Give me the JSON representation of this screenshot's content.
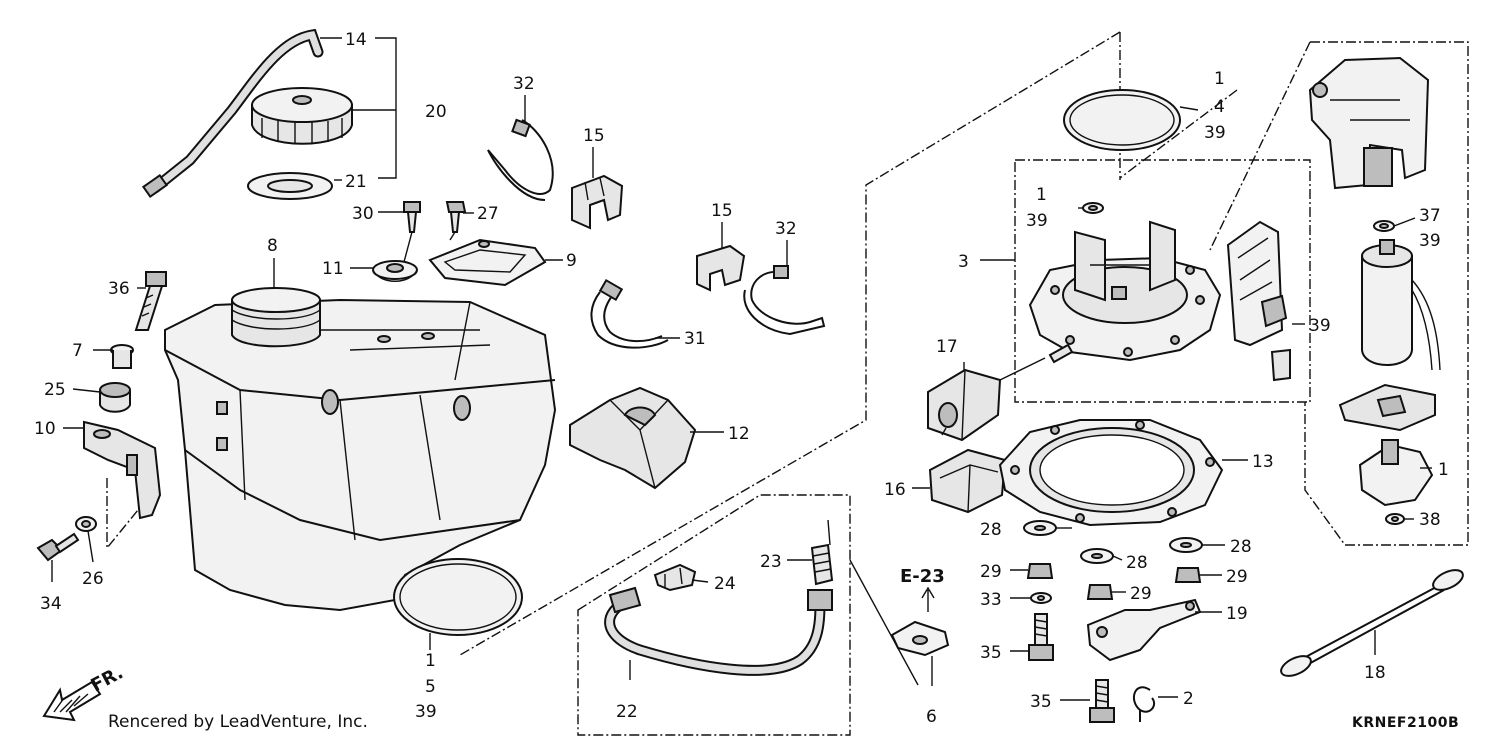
{
  "diagram": {
    "code": "KRNEF2100B",
    "credit": "Rencered by LeadVenture, Inc.",
    "front_marker": "FR.",
    "reference": "E-23",
    "callouts": {
      "c1": "1",
      "c2": "2",
      "c3": "3",
      "c4": "4",
      "c5": "5",
      "c6": "6",
      "c7": "7",
      "c8": "8",
      "c9": "9",
      "c10": "10",
      "c11": "11",
      "c12": "12",
      "c13": "13",
      "c14": "14",
      "c15": "15",
      "c16": "16",
      "c17": "17",
      "c18": "18",
      "c19": "19",
      "c20": "20",
      "c21": "21",
      "c22": "22",
      "c23": "23",
      "c24": "24",
      "c25": "25",
      "c26": "26",
      "c27": "27",
      "c28": "28",
      "c29": "29",
      "c30": "30",
      "c31": "31",
      "c32": "32",
      "c33": "33",
      "c34": "34",
      "c35": "35",
      "c36": "36",
      "c37": "37",
      "c38": "38",
      "c39": "39"
    }
  }
}
